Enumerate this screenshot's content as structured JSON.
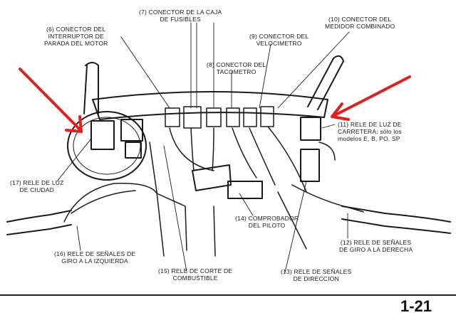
{
  "labels": {
    "l7": {
      "line1": "(7) CONECTOR DE LA CAJA",
      "line2": "DE FUSIBLES"
    },
    "l6": {
      "line1": "(6) CONECTOR DEL",
      "line2": "INTERRUPTOR DE",
      "line3": "PARADA DEL MOTOR"
    },
    "l10": {
      "line1": "(10) CONECTOR DEL",
      "line2": "MEDIDOR COMBINADO"
    },
    "l9": {
      "line1": "(9) CONECTOR DEL",
      "line2": "VELOCIMETRO"
    },
    "l8": {
      "line1": "(8) CONECTOR DEL",
      "line2": "TACOMETRO"
    },
    "l11": {
      "line1": "(11) RELE DE LUZ DE",
      "line2": "CARRETERA: sólo los",
      "line3": "modelos E, B, PO, SP"
    },
    "l17": {
      "line1": "(17) RELE DE LUZ",
      "line2": "DE CIUDAD"
    },
    "l14": {
      "line1": "(14) COMPROBADOR",
      "line2": "DEL PILOTO"
    },
    "l12": {
      "line1": "(12) RELE DE SEÑALES",
      "line2": "DE GIRO A LA DERECHA"
    },
    "l16": {
      "line1": "(16) RELE DE SEÑALES DE",
      "line2": "GIRO A LA IZQUIERDA"
    },
    "l15": {
      "line1": "(15) RELE DE CORTE DE",
      "line2": "COMBUSTIBLE"
    },
    "l13": {
      "line1": "(13) RELE DE SEÑALES",
      "line2": "DE DIRECCION"
    }
  },
  "page_number": "1-21",
  "colors": {
    "ink": "#1a1a1a",
    "arrow": "#e0201c",
    "paper": "#ffffff"
  }
}
